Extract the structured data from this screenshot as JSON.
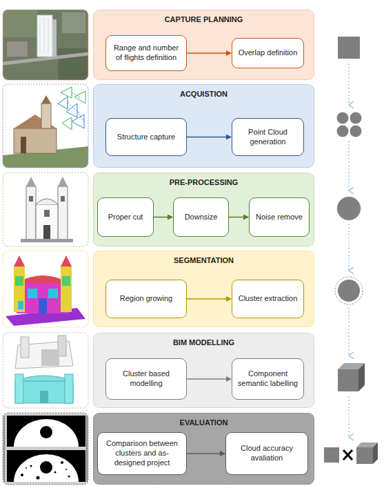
{
  "diagram": {
    "nodes": [
      {
        "text": [
          "CAPTURE PLANNING"
        ]
      },
      {
        "text": [
          "Range and number of flights definition"
        ],
        "in": 0
      },
      {
        "text": [
          "Overlap definition"
        ],
        "in": 0
      },
      {
        "text": [
          "ACQUISTION"
        ]
      },
      {
        "text": [
          "Structure capture"
        ],
        "in": 3
      },
      {
        "text": [
          "Point Cloud generation"
        ],
        "in": 3
      },
      {
        "text": [
          "PRE-PROCESSING"
        ]
      },
      {
        "text": [
          "Proper cut"
        ],
        "in": 6
      },
      {
        "text": [
          "Downsize"
        ],
        "in": 6
      },
      {
        "text": [
          "Noise remove"
        ],
        "in": 6
      },
      {
        "text": [
          "SEGMENTATION"
        ]
      },
      {
        "text": [
          "Region growing"
        ],
        "in": 10
      },
      {
        "text": [
          "Cluster extraction"
        ],
        "in": 10
      },
      {
        "text": [
          "BIM MODELLING"
        ]
      },
      {
        "text": [
          "Cluster based modelling"
        ],
        "in": 13
      },
      {
        "text": [
          "Component semantic labelling"
        ],
        "in": 13
      },
      {
        "text": [
          "EVALUATION"
        ]
      },
      {
        "text": [
          "Comparison between clusters and as-designed project"
        ],
        "in": 16
      },
      {
        "text": [
          "Cloud accuracy avaliation"
        ],
        "in": 16
      }
    ],
    "edges": [
      {
        "from": 1,
        "to": 2,
        "arrow": "to"
      },
      {
        "from": 4,
        "to": 5,
        "arrow": "to"
      },
      {
        "from": 7,
        "to": 8,
        "arrow": "to"
      },
      {
        "from": 8,
        "to": 9,
        "arrow": "to"
      },
      {
        "from": 11,
        "to": 12,
        "arrow": "to"
      },
      {
        "from": 14,
        "to": 15,
        "arrow": "to"
      },
      {
        "from": 17,
        "to": 18,
        "arrow": "to"
      }
    ]
  }
}
